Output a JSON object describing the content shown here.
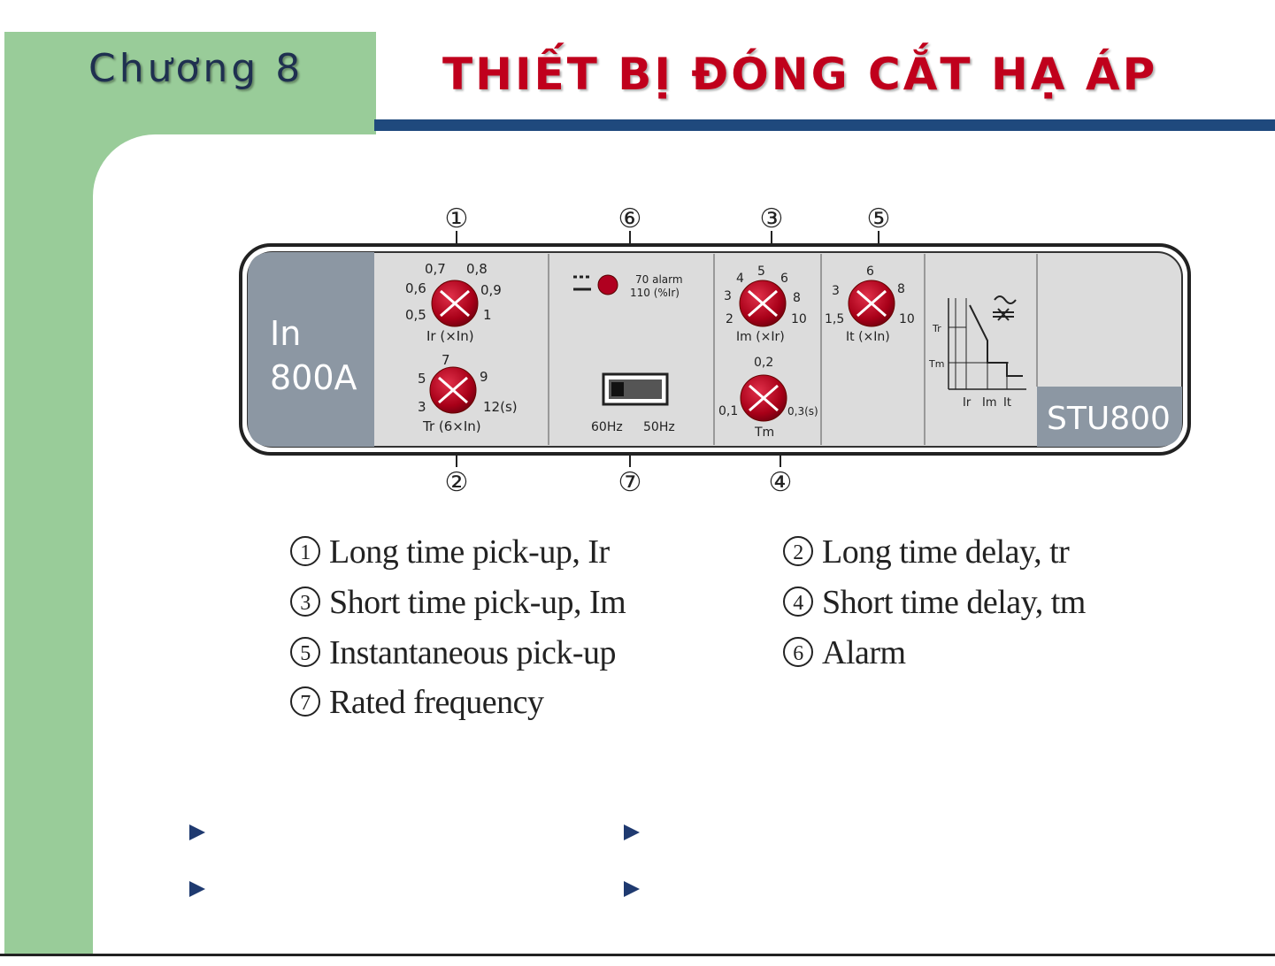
{
  "header": {
    "chapter": "Chương 8",
    "title": "THIẾT BỊ ĐÓNG CẮT HẠ ÁP"
  },
  "panel": {
    "rating_label": "In",
    "rating_value": "800A",
    "model": "STU800",
    "callouts_top": [
      "①",
      "⑥",
      "③",
      "⑤"
    ],
    "callouts_bottom": [
      "②",
      "⑦",
      "④"
    ],
    "dial_ir": {
      "labels": [
        "0,7",
        "0,8",
        "0,6",
        "0,9",
        "0,5",
        "1"
      ],
      "caption": "Ir (×In)"
    },
    "dial_tr": {
      "labels": [
        "7",
        "5",
        "9",
        "3",
        "12(s)"
      ],
      "caption": "Tr (6×In)"
    },
    "alarm": {
      "text1": "70 alarm",
      "text2": "110 (%Ir)"
    },
    "frequency_switch": {
      "left": "60Hz",
      "right": "50Hz"
    },
    "dial_im": {
      "labels": [
        "4",
        "5",
        "6",
        "3",
        "8",
        "2",
        "10"
      ],
      "caption": "Im (×Ir)"
    },
    "dial_tm": {
      "labels": [
        "0,2",
        "0,1",
        "0,3(s)"
      ],
      "caption": "Tm"
    },
    "dial_it": {
      "labels": [
        "6",
        "3",
        "8",
        "1,5",
        "10"
      ],
      "caption": "It (×In)"
    },
    "curve": {
      "y1": "Tr",
      "y2": "Tm",
      "x1": "Ir",
      "x2": "Im",
      "x3": "It"
    },
    "colors": {
      "plate": "#dcdcdc",
      "rating_bg": "#8c97a3",
      "dial": "#b00020"
    }
  },
  "legend": {
    "left": [
      {
        "num": "1",
        "text": "Long time pick-up, Ir"
      },
      {
        "num": "3",
        "text": "Short time pick-up, Im"
      },
      {
        "num": "5",
        "text": "Instantaneous pick-up"
      },
      {
        "num": "7",
        "text": "Rated frequency"
      }
    ],
    "right": [
      {
        "num": "2",
        "text": "Long time delay, tr"
      },
      {
        "num": "4",
        "text": "Short time delay, tm"
      },
      {
        "num": "6",
        "text": "Alarm"
      }
    ]
  },
  "colors": {
    "green": "#99cc99",
    "blue_bar": "#1f497d",
    "title_red": "#c0001c"
  }
}
